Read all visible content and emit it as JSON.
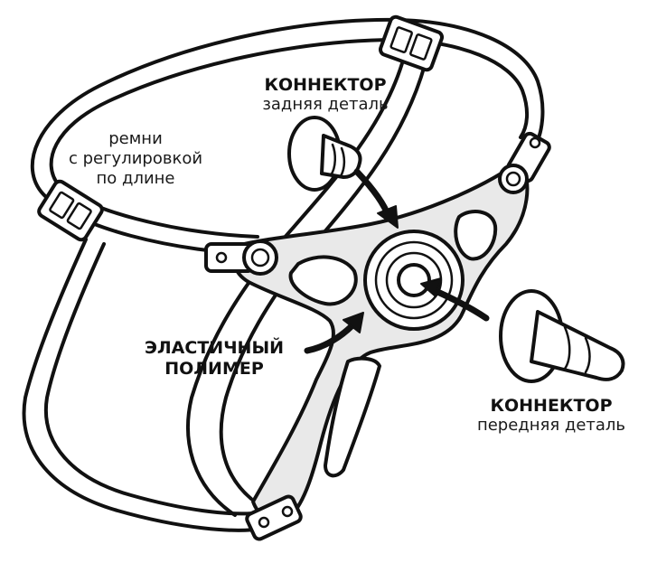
{
  "labels": {
    "connector_back_title": "КОННЕКТОР",
    "connector_back_sub": "задняя деталь",
    "straps_line1": "ремни",
    "straps_line2": "с регулировкой",
    "straps_line3": "по длине",
    "polymer_line1": "ЭЛАСТИЧНЫЙ",
    "polymer_line2": "ПОЛИМЕР",
    "connector_front_title": "КОННЕКТОР",
    "connector_front_sub": "передняя деталь"
  },
  "colors": {
    "line": "#111111",
    "background": "#ffffff"
  }
}
